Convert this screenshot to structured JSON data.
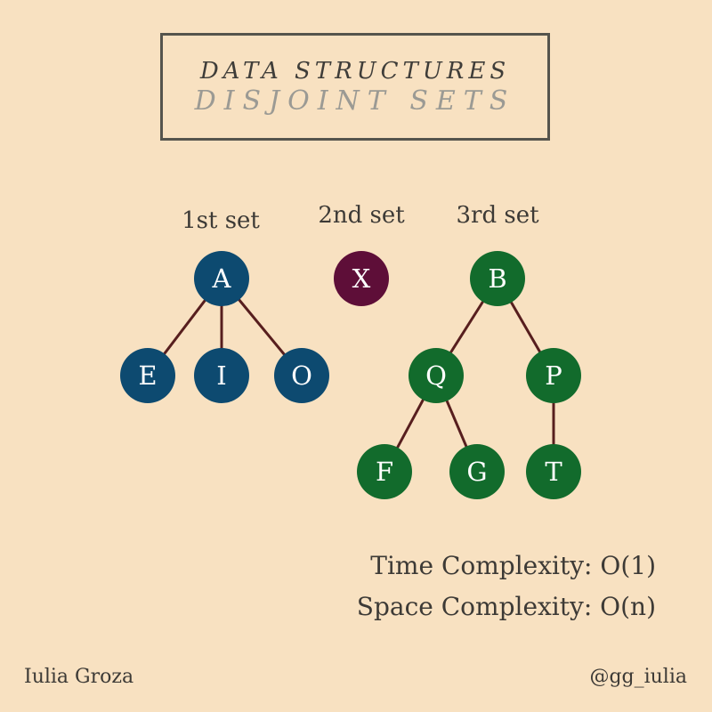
{
  "title": {
    "line1": "DATA STRUCTURES",
    "line2": "DISJOINT SETS"
  },
  "colors": {
    "set1": "#0d4a70",
    "set2": "#5e0e38",
    "set3": "#126b2c",
    "edge": "#571e1e"
  },
  "sets": [
    {
      "label": "1st set",
      "color_key": "set1",
      "nodes": [
        {
          "id": "A",
          "label": "A"
        },
        {
          "id": "E",
          "label": "E"
        },
        {
          "id": "I",
          "label": "I"
        },
        {
          "id": "O",
          "label": "O"
        }
      ],
      "edges": [
        [
          "A",
          "E"
        ],
        [
          "A",
          "I"
        ],
        [
          "A",
          "O"
        ]
      ]
    },
    {
      "label": "2nd set",
      "color_key": "set2",
      "nodes": [
        {
          "id": "X",
          "label": "X"
        }
      ],
      "edges": []
    },
    {
      "label": "3rd set",
      "color_key": "set3",
      "nodes": [
        {
          "id": "B",
          "label": "B"
        },
        {
          "id": "Q",
          "label": "Q"
        },
        {
          "id": "P",
          "label": "P"
        },
        {
          "id": "F",
          "label": "F"
        },
        {
          "id": "G",
          "label": "G"
        },
        {
          "id": "T",
          "label": "T"
        }
      ],
      "edges": [
        [
          "B",
          "Q"
        ],
        [
          "B",
          "P"
        ],
        [
          "Q",
          "F"
        ],
        [
          "Q",
          "G"
        ],
        [
          "P",
          "T"
        ]
      ]
    }
  ],
  "complexity": {
    "time": "Time Complexity: O(1)",
    "space": "Space Complexity: O(n)"
  },
  "footer": {
    "author": "Iulia Groza",
    "handle": "@gg_iulia"
  }
}
